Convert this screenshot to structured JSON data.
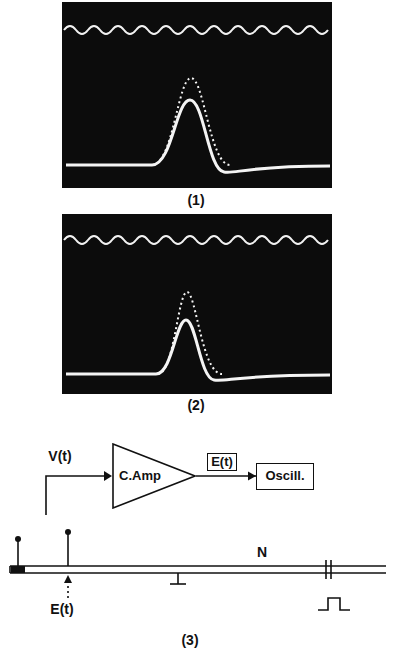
{
  "diagram": {
    "nodes": [
      {
        "text": [
          "C.Amp"
        ]
      },
      {
        "text": [
          "Oscill."
        ]
      }
    ],
    "edges": [
      {
        "from": 0,
        "to": 1,
        "arrow": "to",
        "label": "E(t)"
      }
    ],
    "labels": [
      "(1)",
      "(2)",
      "V(t)",
      "E(t)",
      "N",
      "(3)"
    ]
  }
}
